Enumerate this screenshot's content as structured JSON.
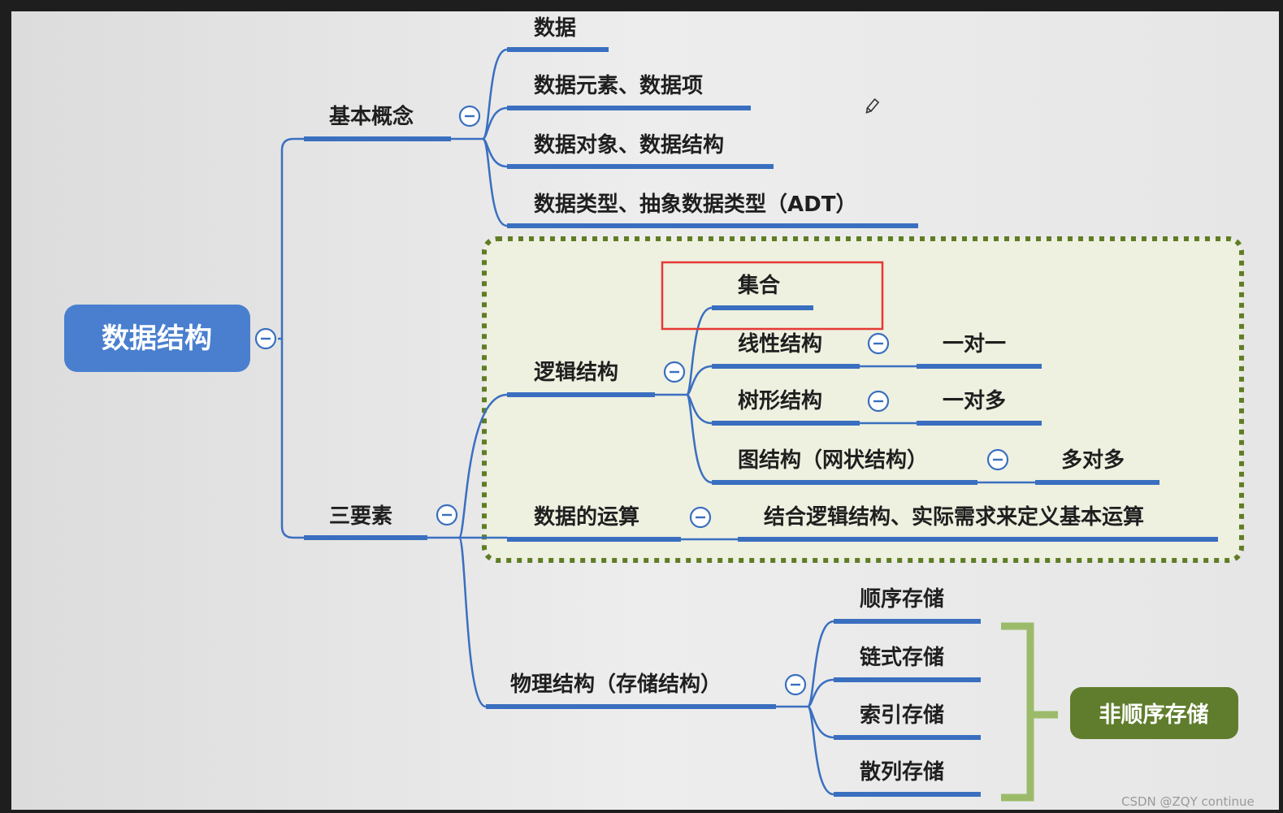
{
  "root": {
    "label": "数据结构"
  },
  "nodes": {
    "basic": "基本概念",
    "data": "数据",
    "element": "数据元素、数据项",
    "object": "数据对象、数据结构",
    "type": "数据类型、抽象数据类型（ADT）",
    "three": "三要素",
    "logic": "逻辑结构",
    "set": "集合",
    "linear": "线性结构",
    "one_one": "一对一",
    "tree": "树形结构",
    "one_many": "一对多",
    "graph": "图结构（网状结构）",
    "many_many": "多对多",
    "ops": "数据的运算",
    "ops_desc": "结合逻辑结构、实际需求来定义基本运算",
    "physical": "物理结构（存储结构）",
    "seq": "顺序存储",
    "linked": "链式存储",
    "index": "索引存储",
    "hash": "散列存储",
    "nonseq": "非顺序存储"
  },
  "watermark": "CSDN @ZQY continue",
  "colors": {
    "line": "#3a6fc0",
    "root_fill": "#4a7fcf",
    "group_border": "#5f7d25",
    "group_fill": "#eef0e0",
    "tag_fill": "#5f7d2c",
    "bracket": "#9bbb6a",
    "highlight": "#e53935"
  }
}
